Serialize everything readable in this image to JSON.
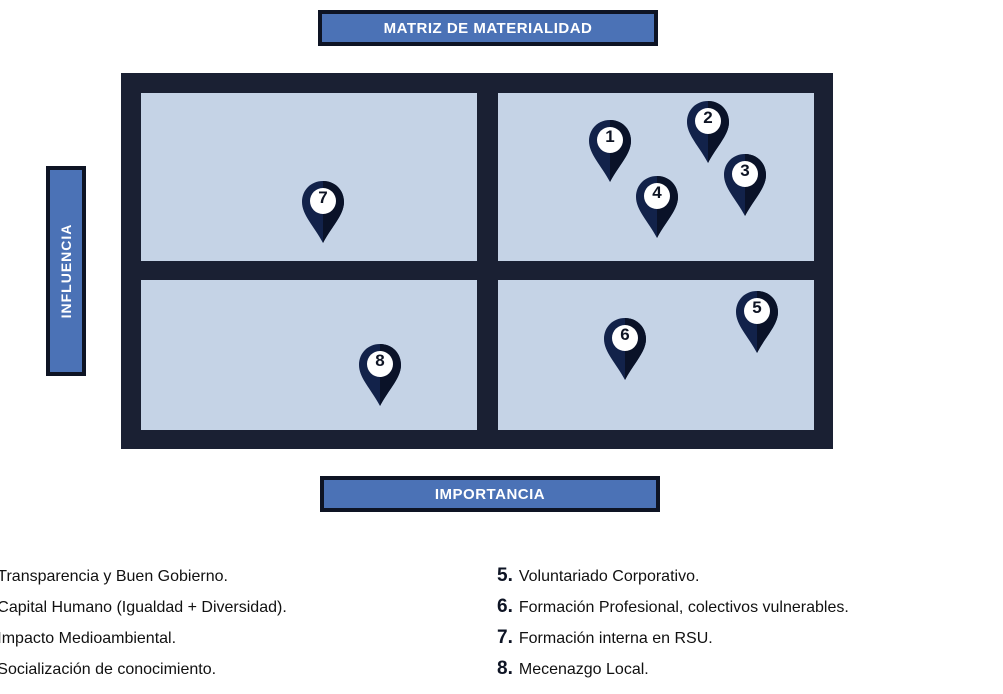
{
  "title": "MATRIZ DE MATERIALIDAD",
  "x_axis_label": "IMPORTANCIA",
  "y_axis_label": "INFLUENCIA",
  "colors": {
    "frame": "#1a2033",
    "quadrant": "#c5d3e6",
    "label_box": "#4b72b6",
    "pin": "#12224a"
  },
  "pins": [
    {
      "num": "1",
      "label": "Transparencia y Buen Gobierno."
    },
    {
      "num": "2",
      "label": "Capital Humano (Igualdad + Diversidad)."
    },
    {
      "num": "3",
      "label": "Impacto Medioambiental."
    },
    {
      "num": "4",
      "label": "Socialización de conocimiento."
    },
    {
      "num": "5",
      "label": "Voluntariado Corporativo."
    },
    {
      "num": "6",
      "label": "Formación Profesional, colectivos vulnerables."
    },
    {
      "num": "7",
      "label": "Formación interna en RSU."
    },
    {
      "num": "8",
      "label": "Mecenazgo Local."
    }
  ],
  "legend_left": [
    {
      "num": ".",
      "text": "Transparencia y Buen Gobierno."
    },
    {
      "num": ".",
      "text": "Capital Humano (Igualdad + Diversidad)."
    },
    {
      "num": ".",
      "text": "Impacto Medioambiental."
    },
    {
      "num": ".",
      "text": "Socialización de conocimiento."
    }
  ],
  "legend_right": [
    {
      "num": "5.",
      "text": "Voluntariado Corporativo."
    },
    {
      "num": "6.",
      "text": "Formación Profesional, colectivos vulnerables."
    },
    {
      "num": "7.",
      "text": "Formación interna en RSU."
    },
    {
      "num": "8.",
      "text": "Mecenazgo Local."
    }
  ]
}
